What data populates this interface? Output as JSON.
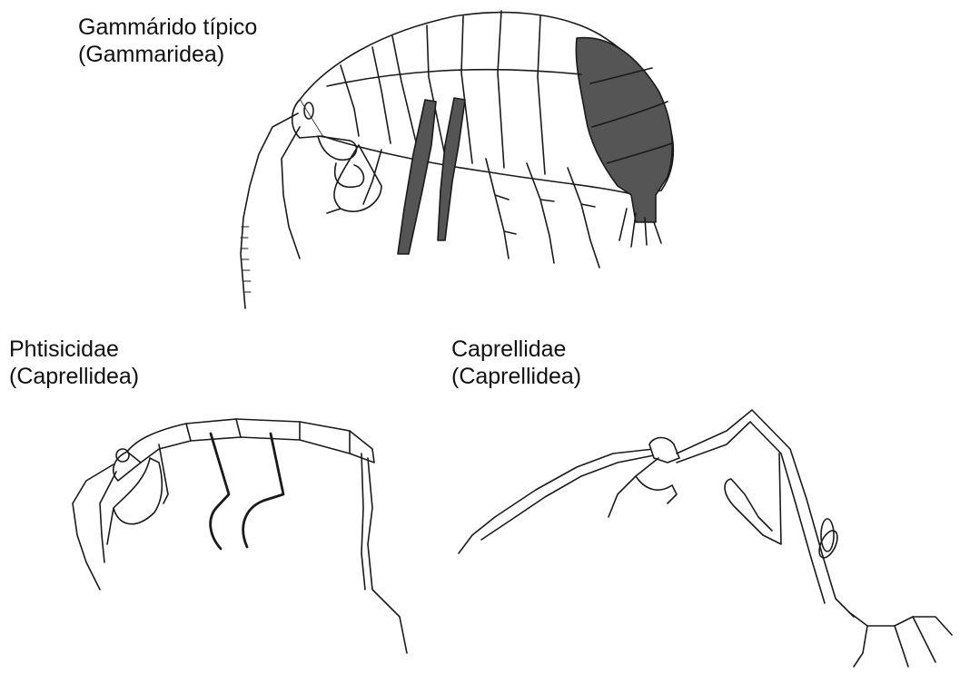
{
  "figures": [
    {
      "name": "Gammárido típico",
      "group": "(Gammaridea)"
    },
    {
      "name": "Phtisicidae",
      "group": "(Caprellidea)"
    },
    {
      "name": "Caprellidae",
      "group": "(Caprellidea)"
    }
  ],
  "colors": {
    "line": "#1a1a1a",
    "highlight": "#555555",
    "background": "#ffffff"
  }
}
